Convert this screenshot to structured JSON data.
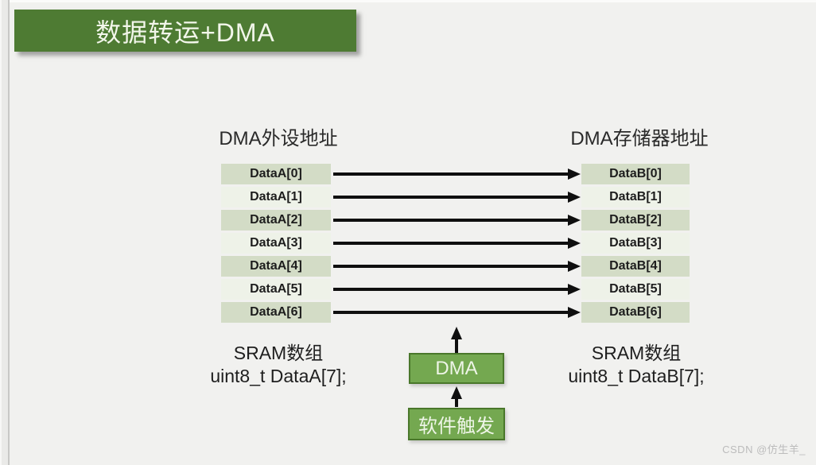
{
  "title": "数据转运+DMA",
  "watermark": "CSDN @仿生羊_",
  "labels": {
    "peripheral_address": "DMA外设地址",
    "memory_address": "DMA存储器地址"
  },
  "arrays": {
    "peripheral_cells": [
      "DataA[0]",
      "DataA[1]",
      "DataA[2]",
      "DataA[3]",
      "DataA[4]",
      "DataA[5]",
      "DataA[6]"
    ],
    "memory_cells": [
      "DataB[0]",
      "DataB[1]",
      "DataB[2]",
      "DataB[3]",
      "DataB[4]",
      "DataB[5]",
      "DataB[6]"
    ]
  },
  "captions": {
    "peripheral_line1": "SRAM数组",
    "peripheral_line2": "uint8_t DataA[7];",
    "memory_line1": "SRAM数组",
    "memory_line2": "uint8_t DataB[7];"
  },
  "boxes": {
    "dma": "DMA",
    "trigger": "软件触发"
  },
  "colors": {
    "banner_green": "#4e7b33",
    "box_green": "#74a850",
    "box_border_green": "#49772a",
    "cell_dark": "#d3dcc6",
    "cell_light": "#eef2e8",
    "background": "#f1f1ef",
    "arrow": "#0f0f0f",
    "title_text": "#f2f6ea",
    "watermark_text": "#bcbcbc"
  }
}
